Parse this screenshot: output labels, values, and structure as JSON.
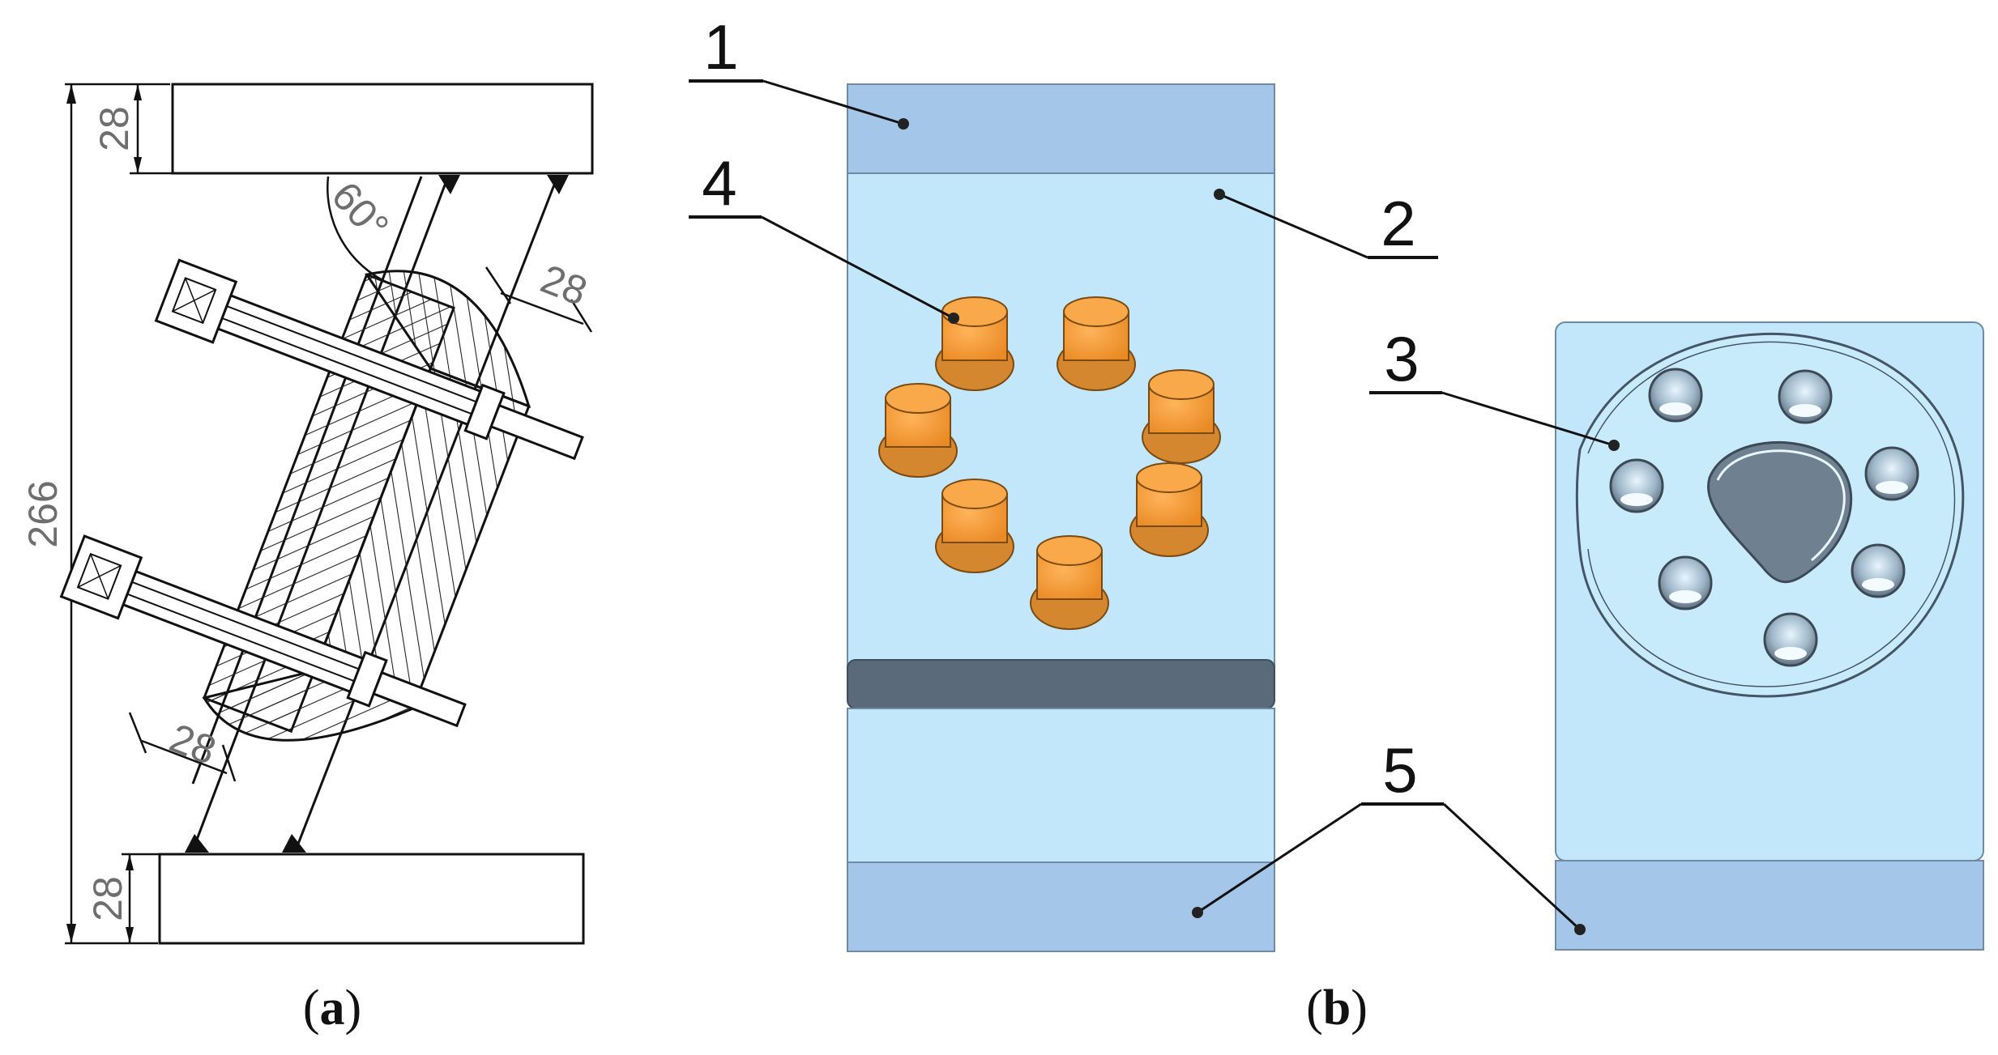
{
  "figure": {
    "panel_a": {
      "caption_open": "(",
      "caption_letter": "a",
      "caption_close": ")",
      "dimensions": {
        "total_height": "266",
        "top_plate_thickness": "28",
        "bottom_plate_thickness": "28",
        "angle": "60°",
        "upper_block_width": "28",
        "lower_block_width": "28"
      }
    },
    "panel_b": {
      "caption_open": "(",
      "caption_letter": "b",
      "caption_close": ")",
      "callouts": {
        "c1": "1",
        "c2": "2",
        "c3": "3",
        "c4": "4",
        "c5": "5"
      }
    },
    "colors": {
      "plate_blue": "#a4c6e8",
      "body_lightblue": "#c2e6fa",
      "pin_orange": "#f7a040",
      "groove_dark": "#5a6a7a"
    }
  }
}
